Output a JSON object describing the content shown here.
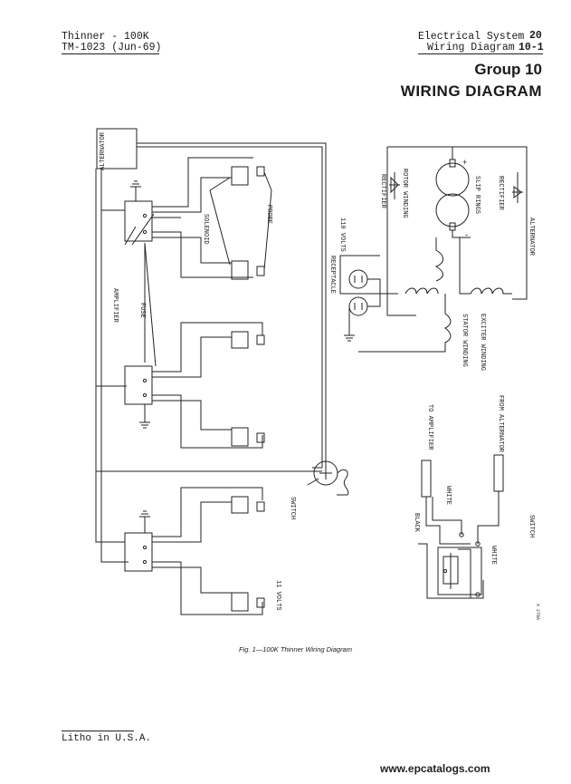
{
  "header": {
    "left_line1": "Thinner - 100K",
    "left_line2": "TM-1023   (Jun-69)",
    "right_line1_title": "Electrical System",
    "right_line1_page": "20",
    "right_line2_title": "Wiring Diagram",
    "right_line2_page": "10-1"
  },
  "group": {
    "number": "Group 10",
    "title": "WIRING DIAGRAM"
  },
  "diagram": {
    "labels": {
      "alternator_left": "ALTERNATOR",
      "volts_110": "110 VOLTS",
      "solenoid": "SOLENOID",
      "probe": "PROBE",
      "amplifier": "AMPLIFIER",
      "fuse": "FUSE",
      "switch": "SWITCH",
      "volts_11": "11 VOLTS",
      "rectifier_left": "RECTIFIER",
      "rotor_winding": "ROTOR WINDING",
      "slip_rings": "SLIP RINGS",
      "rectifier_right": "RECTIFIER",
      "alternator_right": "ALTERNATOR",
      "receptacle": "RECEPTACLE",
      "stator_winding": "STATOR WINDING",
      "exciter_winding": "EXCITER WINDING",
      "to_amplifier": "TO AMPLIFIER",
      "from_alternator": "FROM ALTERNATOR",
      "white_1": "WHITE",
      "black": "BLACK",
      "white_2": "WHITE",
      "switch_detail": "SWITCH",
      "plus": "+",
      "minus": "-",
      "ref_code": "X 278A"
    }
  },
  "caption": "Fig. 1—100K Thinner Wiring Diagram",
  "footer": "Litho in U.S.A.",
  "watermark": "www.epcatalogs.com"
}
